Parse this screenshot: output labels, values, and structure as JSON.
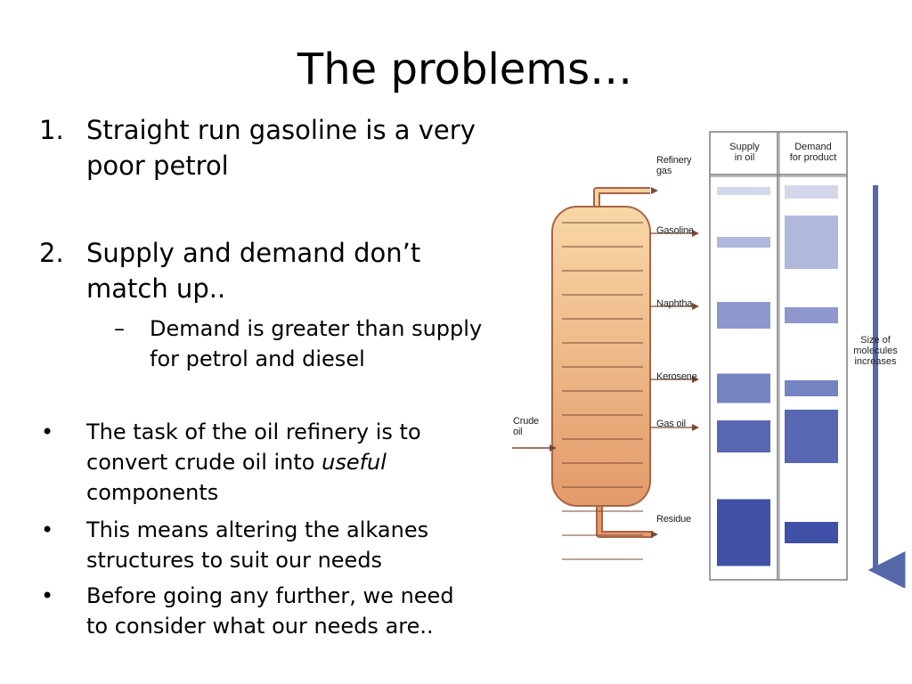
{
  "slide": {
    "title": "The problems…",
    "point1": {
      "marker": "1.",
      "line1": "Straight run gasoline is a very",
      "line2": "poor petrol"
    },
    "point2": {
      "marker": "2.",
      "line1": "Supply and demand don’t",
      "line2": "match up.."
    },
    "subpoint": {
      "marker": "–",
      "line1": "Demand is greater than supply",
      "line2": "for petrol and diesel"
    },
    "bullet1": {
      "marker": "•",
      "line1": "The task of the oil refinery is to",
      "line2a": "convert crude oil into ",
      "line2b": "useful",
      "line3": "components"
    },
    "bullet2": {
      "marker": "•",
      "line1": "This means altering the alkanes",
      "line2": "structures to suit our needs"
    },
    "bullet3": {
      "marker": "•",
      "line1": "Before going any further, we need",
      "line2": "to consider what our needs are.."
    }
  },
  "diagram": {
    "header_supply_1": "Supply",
    "header_supply_2": "in oil",
    "header_demand_1": "Demand",
    "header_demand_2": "for product",
    "input_label_1": "Crude",
    "input_label_2": "oil",
    "fractions": [
      {
        "name_1": "Refinery",
        "name_2": "gas",
        "supply": 0.15,
        "demand": 0.25
      },
      {
        "name_1": "Gasoline",
        "name_2": "",
        "supply": 0.2,
        "demand": 1.0
      },
      {
        "name_1": "Naphtha",
        "name_2": "",
        "supply": 0.5,
        "demand": 0.3
      },
      {
        "name_1": "Kerosene",
        "name_2": "",
        "supply": 0.55,
        "demand": 0.3
      },
      {
        "name_1": "Gas oil",
        "name_2": "",
        "supply": 0.6,
        "demand": 1.0
      },
      {
        "name_1": "Residue",
        "name_2": "",
        "supply": 1.25,
        "demand": 0.4
      }
    ],
    "arrow_label_1": "Size of",
    "arrow_label_2": "molecules",
    "arrow_label_3": "increases",
    "colors": {
      "column_top": "#f9d7a6",
      "column_bottom": "#e39a6a",
      "column_outline": "#a86446",
      "table_border": "#7c7c7c",
      "arrow": "#5668a8"
    }
  }
}
